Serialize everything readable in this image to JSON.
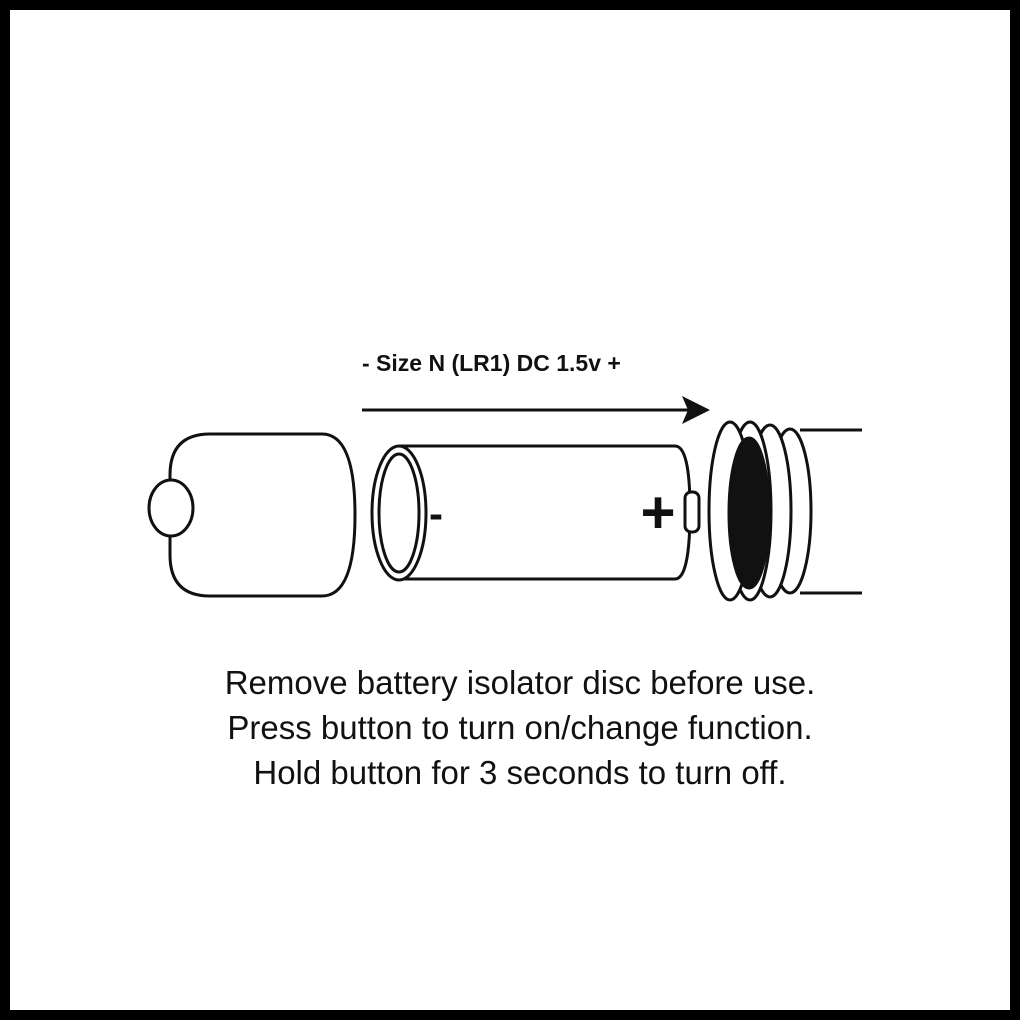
{
  "diagram": {
    "battery_label": "- Size N (LR1) DC 1.5v +",
    "negative_symbol": "-",
    "positive_symbol": "+",
    "instructions": [
      "Remove battery isolator disc before use.",
      "Press button to turn on/change function.",
      "Hold button for 3 seconds to turn off."
    ]
  },
  "colors": {
    "frame": "#000000",
    "background": "#ffffff",
    "ink": "#111111"
  },
  "icons": {
    "end_cap": "end-cap-icon",
    "battery": "battery-icon",
    "body": "bullet-body-icon",
    "arrow": "insert-direction-arrow-icon"
  }
}
